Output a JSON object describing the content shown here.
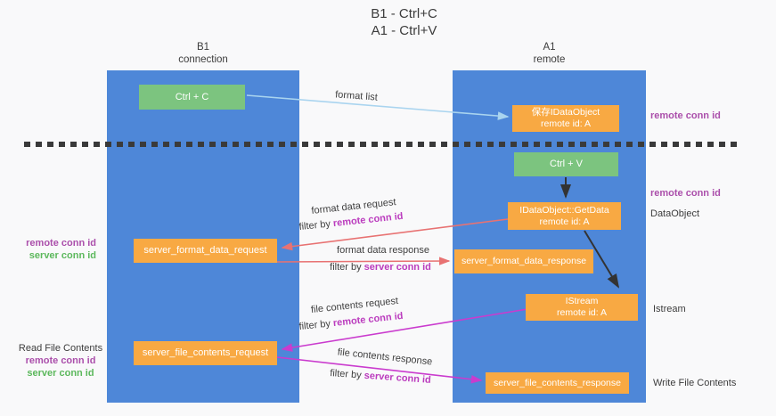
{
  "colors": {
    "background": "#f9f9fa",
    "column_blue": "#4e87d8",
    "green": "#7cc47f",
    "orange": "#f8a943",
    "arrow_salmon": "#e87272",
    "arrow_magenta": "#ca3bce",
    "arrow_lightblue": "#a9d4ef",
    "arrow_black": "#333333",
    "label_purple": "#ab4fab",
    "label_magenta": "#bb3cbe",
    "label_green": "#5cb85c",
    "text_dark": "#3c3c3c"
  },
  "title": {
    "line1": "B1 - Ctrl+C",
    "line2": "A1 - Ctrl+V"
  },
  "lanes": {
    "left": {
      "header_line1": "B1",
      "header_line2": "connection"
    },
    "right": {
      "header_line1": "A1",
      "header_line2": "remote"
    }
  },
  "nodes": {
    "ctrl_c": {
      "label": "Ctrl + C"
    },
    "save_idataobject": {
      "line1": "保存IDataObject",
      "line2": "remote id: A"
    },
    "ctrl_v": {
      "label": "Ctrl + V"
    },
    "getdata": {
      "line1": "IDataObject::GetData",
      "line2": "remote id: A"
    },
    "format_request": {
      "label": "server_format_data_request"
    },
    "format_response": {
      "label": "server_format_data_response"
    },
    "istream": {
      "line1": "IStream",
      "line2": "remote id: A"
    },
    "file_request": {
      "label": "server_file_contents_request"
    },
    "file_response": {
      "label": "server_file_contents_response"
    }
  },
  "flow_labels": {
    "format_list": "format list",
    "format_data_request": "format data request",
    "format_data_response": "format data response",
    "file_contents_request": "file contents request",
    "file_contents_response": "file contents response",
    "filter_by": "filter by ",
    "remote_conn_id": "remote conn id",
    "server_conn_id": "server conn id"
  },
  "side_labels": {
    "remote_conn_id": "remote conn id",
    "server_conn_id": "server conn id",
    "dataobject": "DataObject",
    "istream": "Istream",
    "read_file_contents": "Read File Contents",
    "write_file_contents": "Write File Contents"
  }
}
